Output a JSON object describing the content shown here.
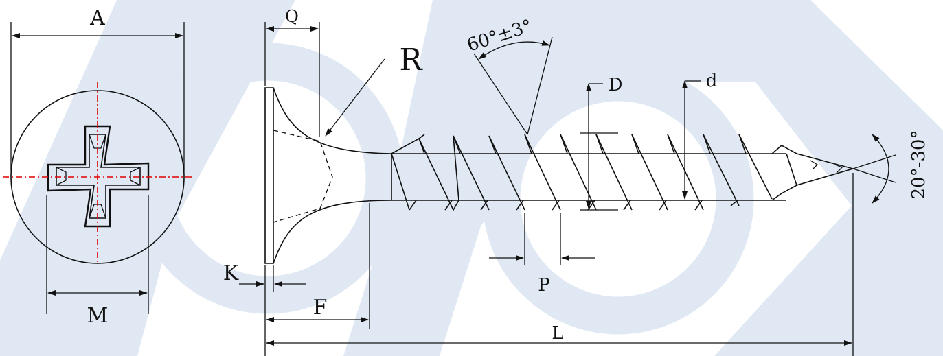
{
  "colors": {
    "background": "#ffffff",
    "watermark": "#dfe8f3",
    "line": "#111111",
    "centerline": "#e00000"
  },
  "watermark": {
    "icon": "brand-logo-watermark"
  },
  "labels": {
    "A": "A",
    "M": "M",
    "Q": "Q",
    "R": "R",
    "angle_top": "60°±3°",
    "D": "D",
    "d": "d",
    "angle_tip": "20°-30°",
    "K": "K",
    "F": "F",
    "P": "P",
    "L": "L"
  }
}
